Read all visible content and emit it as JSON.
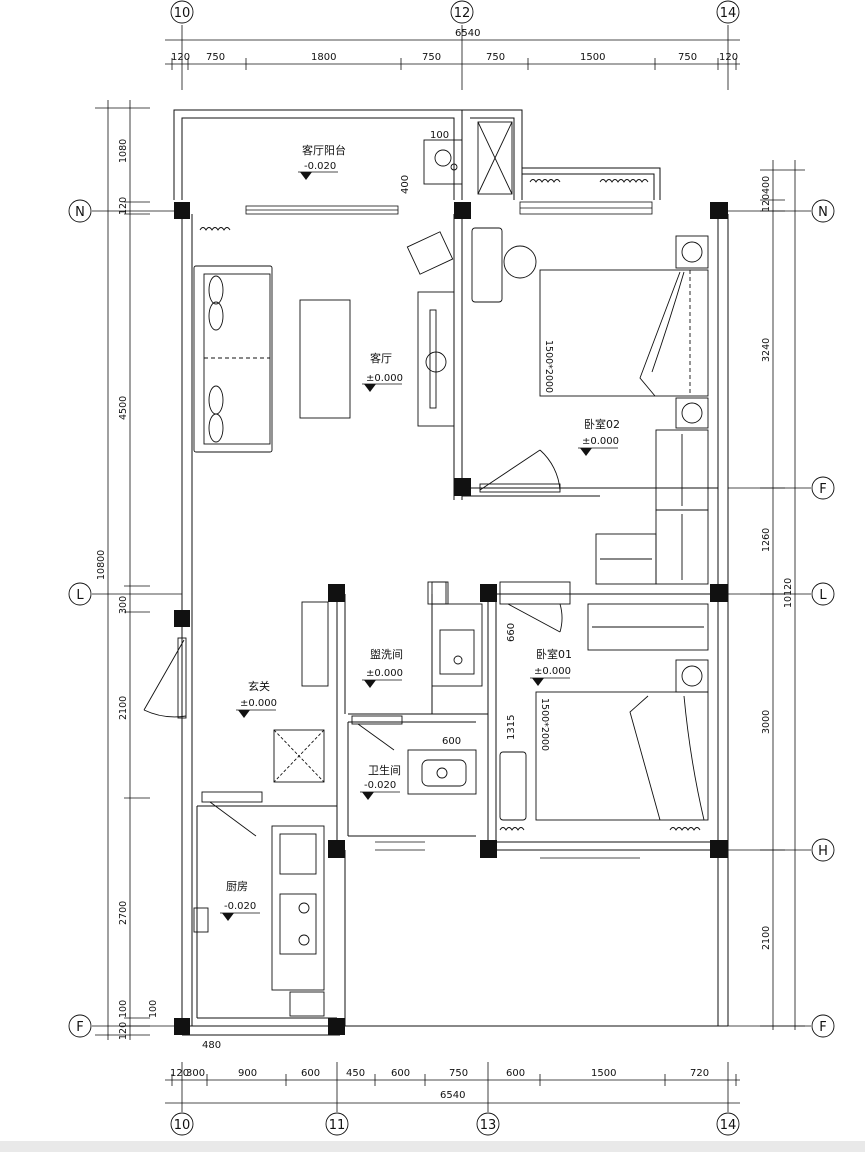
{
  "axes": {
    "top": [
      "10",
      "12",
      "14"
    ],
    "bottom": [
      "10",
      "11",
      "13",
      "14"
    ],
    "left": [
      "N",
      "L",
      "F"
    ],
    "right": [
      "N",
      "F",
      "L",
      "H",
      "F"
    ]
  },
  "dimensions": {
    "top_segments": [
      "120",
      "750",
      "1800",
      "750",
      "750",
      "1500",
      "750",
      "120"
    ],
    "top_total": "6540",
    "bottom_segments": [
      "120",
      "300",
      "900",
      "600",
      "450",
      "600",
      "750",
      "600",
      "1500",
      "720"
    ],
    "bottom_total": "6540",
    "left_segments": [
      "1080",
      "120",
      "4500",
      "300",
      "2100",
      "2700",
      "100",
      "120"
    ],
    "left_total": "10800",
    "right_segments": [
      "400",
      "120",
      "3240",
      "1260",
      "3000",
      "2100"
    ],
    "right_total": "10120"
  },
  "rooms": [
    {
      "name": "客厅阳台",
      "elevation": "-0.020"
    },
    {
      "name": "客厅",
      "elevation": "±0.000"
    },
    {
      "name": "卧室02",
      "elevation": "±0.000"
    },
    {
      "name": "盥洗间",
      "elevation": "±0.000"
    },
    {
      "name": "卧室01",
      "elevation": "±0.000"
    },
    {
      "name": "玄关",
      "elevation": "±0.000"
    },
    {
      "name": "卫生间",
      "elevation": "-0.020"
    },
    {
      "name": "厨房",
      "elevation": "-0.020"
    }
  ],
  "annotations": {
    "bed_02": "1500*2000",
    "bed_01": "1500*2000",
    "dim_100": "100",
    "dim_400": "400",
    "dim_660": "660",
    "dim_1315": "1315",
    "dim_600": "600",
    "dim_480": "480",
    "dim_100b": "100"
  }
}
